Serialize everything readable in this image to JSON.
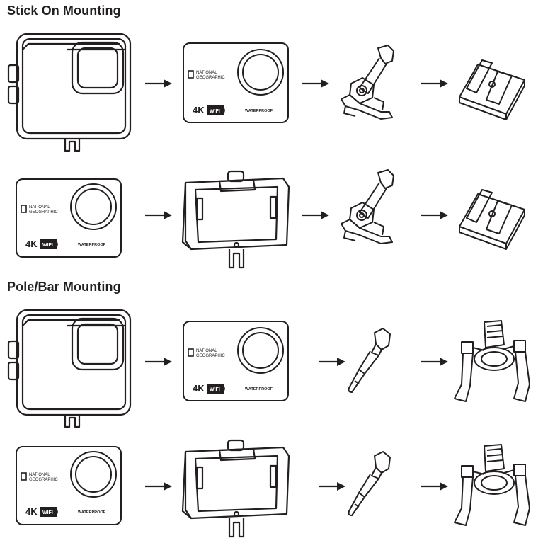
{
  "sections": [
    {
      "title": "Stick On Mounting"
    },
    {
      "title": "Pole/Bar Mounting"
    }
  ],
  "camera": {
    "brand_line1": "NATIONAL",
    "brand_line2": "GEOGRAPHIC",
    "resolution": "4K",
    "wifi": "WIFI",
    "waterproof": "WATERPROOF"
  },
  "colors": {
    "ink": "#231f20",
    "paper": "#ffffff"
  }
}
